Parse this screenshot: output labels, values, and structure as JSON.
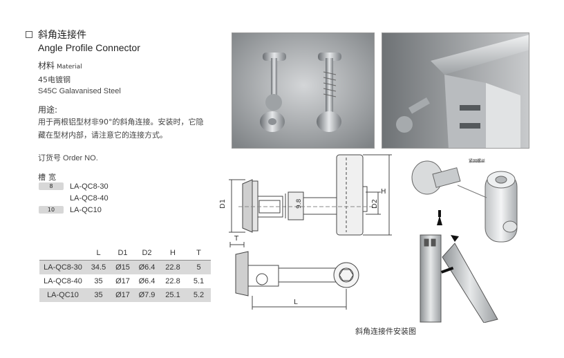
{
  "header": {
    "title_cn": "斜角连接件",
    "title_en": "Angle Profile Connector"
  },
  "material": {
    "label_cn": "材料",
    "label_en": "Material",
    "value_cn": "45电镀钢",
    "value_en": "S45C Galavanised Steel"
  },
  "usage": {
    "label": "用途:",
    "text": "用于两根铝型材非90°的斜角连接。安装时，它隐藏在型材内部，请注意它的连接方式。"
  },
  "order": {
    "label": "订货号 Order NO.",
    "slot_label": "槽宽",
    "slot_badges": [
      "8",
      "10"
    ],
    "models": [
      "LA-QC8-30",
      "LA-QC8-40",
      "LA-QC10"
    ]
  },
  "spec_table": {
    "headers": [
      "",
      "L",
      "D1",
      "D2",
      "H",
      "T"
    ],
    "rows": [
      [
        "LA-QC8-30",
        "34.5",
        "Ø15",
        "Ø6.4",
        "22.8",
        "5"
      ],
      [
        "LA-QC8-40",
        "35",
        "Ø17",
        "Ø6.4",
        "22.8",
        "5.1"
      ],
      [
        "LA-QC10",
        "35",
        "Ø17",
        "Ø7.9",
        "25.1",
        "5.2"
      ]
    ]
  },
  "drawing": {
    "dim_d1": "D1",
    "dim_98": "9.8",
    "dim_d2": "D2",
    "dim_h": "H",
    "dim_t": "T",
    "dim_l": "L"
  },
  "illustration": {
    "callout": "紧固螺丝",
    "caption": "斜角连接件安装图"
  },
  "colors": {
    "table_shade": "#d9d9d9",
    "photo_bg": "#8f9396"
  }
}
